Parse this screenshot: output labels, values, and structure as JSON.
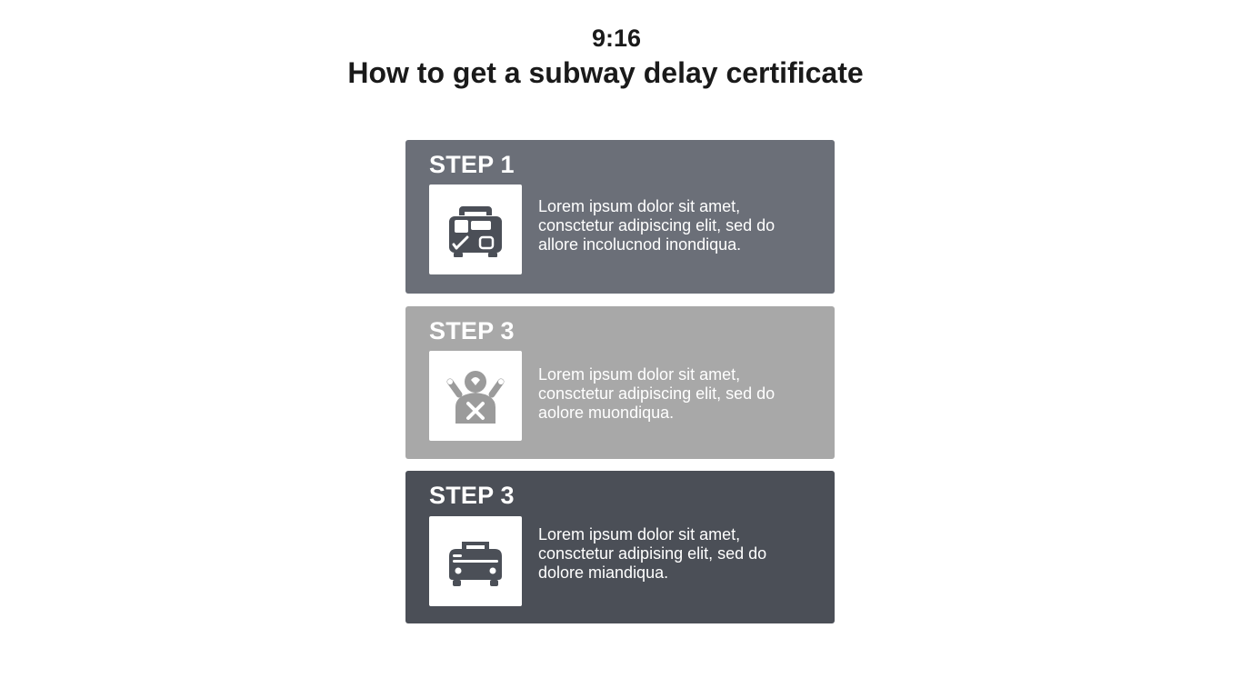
{
  "header": {
    "time": "9:16",
    "title": "How to get a subway delay certificate"
  },
  "steps": [
    {
      "label": "STEP 1",
      "icon": "ticket-machine-icon",
      "text": "Lorem ipsum dolor sit amet,\nconsctetur adipiscing elit, sed do\nallore incolucnod inondiqua."
    },
    {
      "label": "STEP 3",
      "icon": "person-cross-icon",
      "text": "Lorem ipsum dolor sit amet,\nconsctetur adipiscing elit, sed do\naolore muondiqua."
    },
    {
      "label": "STEP 3",
      "icon": "train-icon",
      "text": "Lorem ipsum dolor sit amet,\nconsctetur adipising elit, sed do\ndolore miandiqua."
    }
  ],
  "colors": {
    "step1_bg": "#6b6f78",
    "step2_bg": "#a8a8a8",
    "step3_bg": "#4b4f57"
  }
}
